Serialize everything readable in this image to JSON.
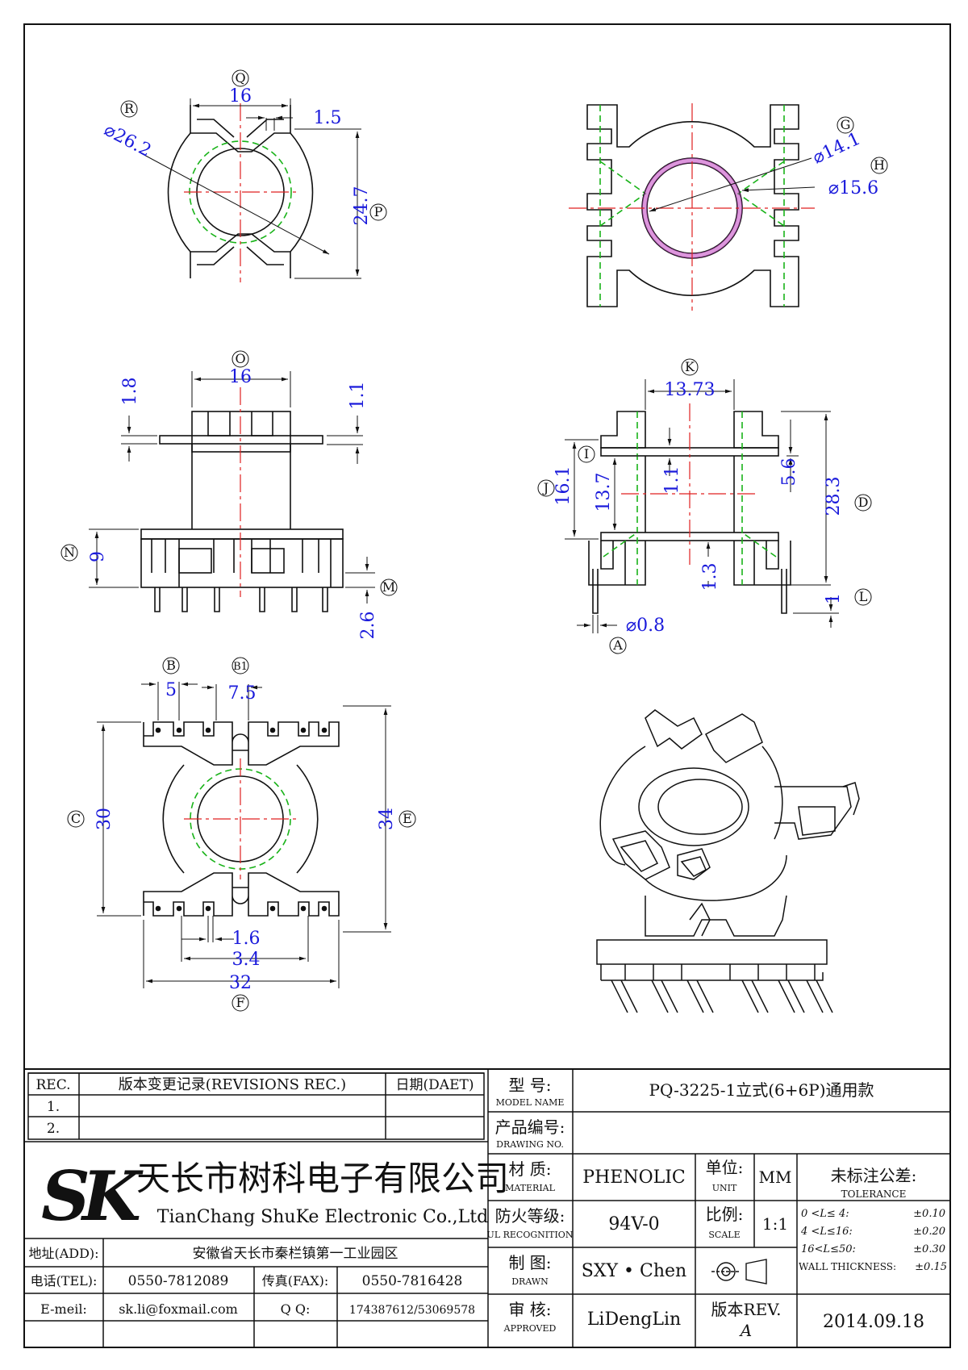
{
  "colors": {
    "outline": "#111111",
    "dimension": "#1a1adb",
    "centerline": "#e02020",
    "hidden_line": "#19b319",
    "wire_wall": "#c040c0"
  },
  "views": {
    "top": {
      "labels": {
        "Q": "Q",
        "R": "R",
        "P": "P"
      },
      "dims": {
        "width": "16",
        "slot": "1.5",
        "diameter": "⌀26.2",
        "height": "24.7"
      }
    },
    "bottom": {
      "labels": {
        "G": "G",
        "H": "H"
      },
      "dims": {
        "inner_dia": "⌀14.1",
        "outer_dia": "⌀15.6"
      }
    },
    "front": {
      "labels": {
        "O": "O",
        "N": "N",
        "M": "M"
      },
      "dims": {
        "width": "16",
        "flange_left": "1.8",
        "flange_right": "1.1",
        "base_height": "9",
        "pin_length": "2.6"
      }
    },
    "side": {
      "labels": {
        "K": "K",
        "I": "I",
        "J": "J",
        "D": "D",
        "L": "L",
        "A": "A"
      },
      "dims": {
        "window_width": "13.73",
        "window_height": "13.7",
        "height_j": "16.1",
        "wall": "1.1",
        "flange": "5.6",
        "total_height": "28.3",
        "base_wall": "1.3",
        "pin_bottom": "1",
        "pin_dia": "⌀0.8"
      }
    },
    "plan": {
      "labels": {
        "B": "B",
        "B1": "B1",
        "C": "C",
        "E": "E",
        "F": "F"
      },
      "dims": {
        "pitch_b": "5",
        "pitch_b1": "7.5",
        "height_c": "30",
        "height_e": "34",
        "width_f": "32",
        "pin_w": "1.6",
        "slot_w": "3.4"
      }
    }
  },
  "title_block": {
    "revisions": {
      "headers": {
        "rec": "REC.",
        "content": "版本变更记录(REVISIONS REC.)",
        "date": "日期(DAET)"
      },
      "rows": [
        "1.",
        "2."
      ]
    },
    "company": {
      "logo": "SK",
      "name_cn": "天长市树科电子有限公司",
      "name_en": "TianChang ShuKe Electronic Co.,Ltd"
    },
    "contact": {
      "address_label": "地址(ADD):",
      "address": "安徽省天长市秦栏镇第一工业园区",
      "tel_label": "电话(TEL):",
      "tel": "0550-7812089",
      "fax_label": "传真(FAX):",
      "fax": "0550-7816428",
      "email_label": "E-meil:",
      "email": "sk.li@foxmail.com",
      "qq_label": "Q Q:",
      "qq": "174387612/53069578"
    },
    "model": {
      "label_cn": "型   号:",
      "label_en": "MODEL NAME",
      "value": "PQ-3225-1立式(6+6P)通用款"
    },
    "drawing": {
      "label_cn": "产品编号:",
      "label_en": "DRAWING NO.",
      "value": ""
    },
    "material": {
      "label_cn": "材   质:",
      "label_en": "MATERIAL",
      "value": "PHENOLIC"
    },
    "ul": {
      "label_cn": "防火等级:",
      "label_en": "UL RECOGNITION",
      "value": "94V-0"
    },
    "drawn": {
      "label_cn": "制   图:",
      "label_en": "DRAWN",
      "value": "SXY • Chen"
    },
    "approved": {
      "label_cn": "审   核:",
      "label_en": "APPROVED",
      "value": "LiDengLin"
    },
    "unit": {
      "label_cn": "单位:",
      "label_en": "UNIT",
      "value": "MM"
    },
    "scale": {
      "label_cn": "比例:",
      "label_en": "SCALE",
      "value": "1:1"
    },
    "revision": {
      "label": "版本REV.",
      "value": "A"
    },
    "date": "2014.09.18",
    "tolerance": {
      "title_cn": "未标注公差:",
      "title_en": "TOLERANCE",
      "rows": [
        {
          "range": "0  <L≤ 4:",
          "value": "±0.10"
        },
        {
          "range": "4  <L≤16:",
          "value": "±0.20"
        },
        {
          "range": "16<L≤50:",
          "value": "±0.30"
        },
        {
          "range": "WALL THICKNESS:",
          "value": "±0.15"
        }
      ]
    }
  }
}
